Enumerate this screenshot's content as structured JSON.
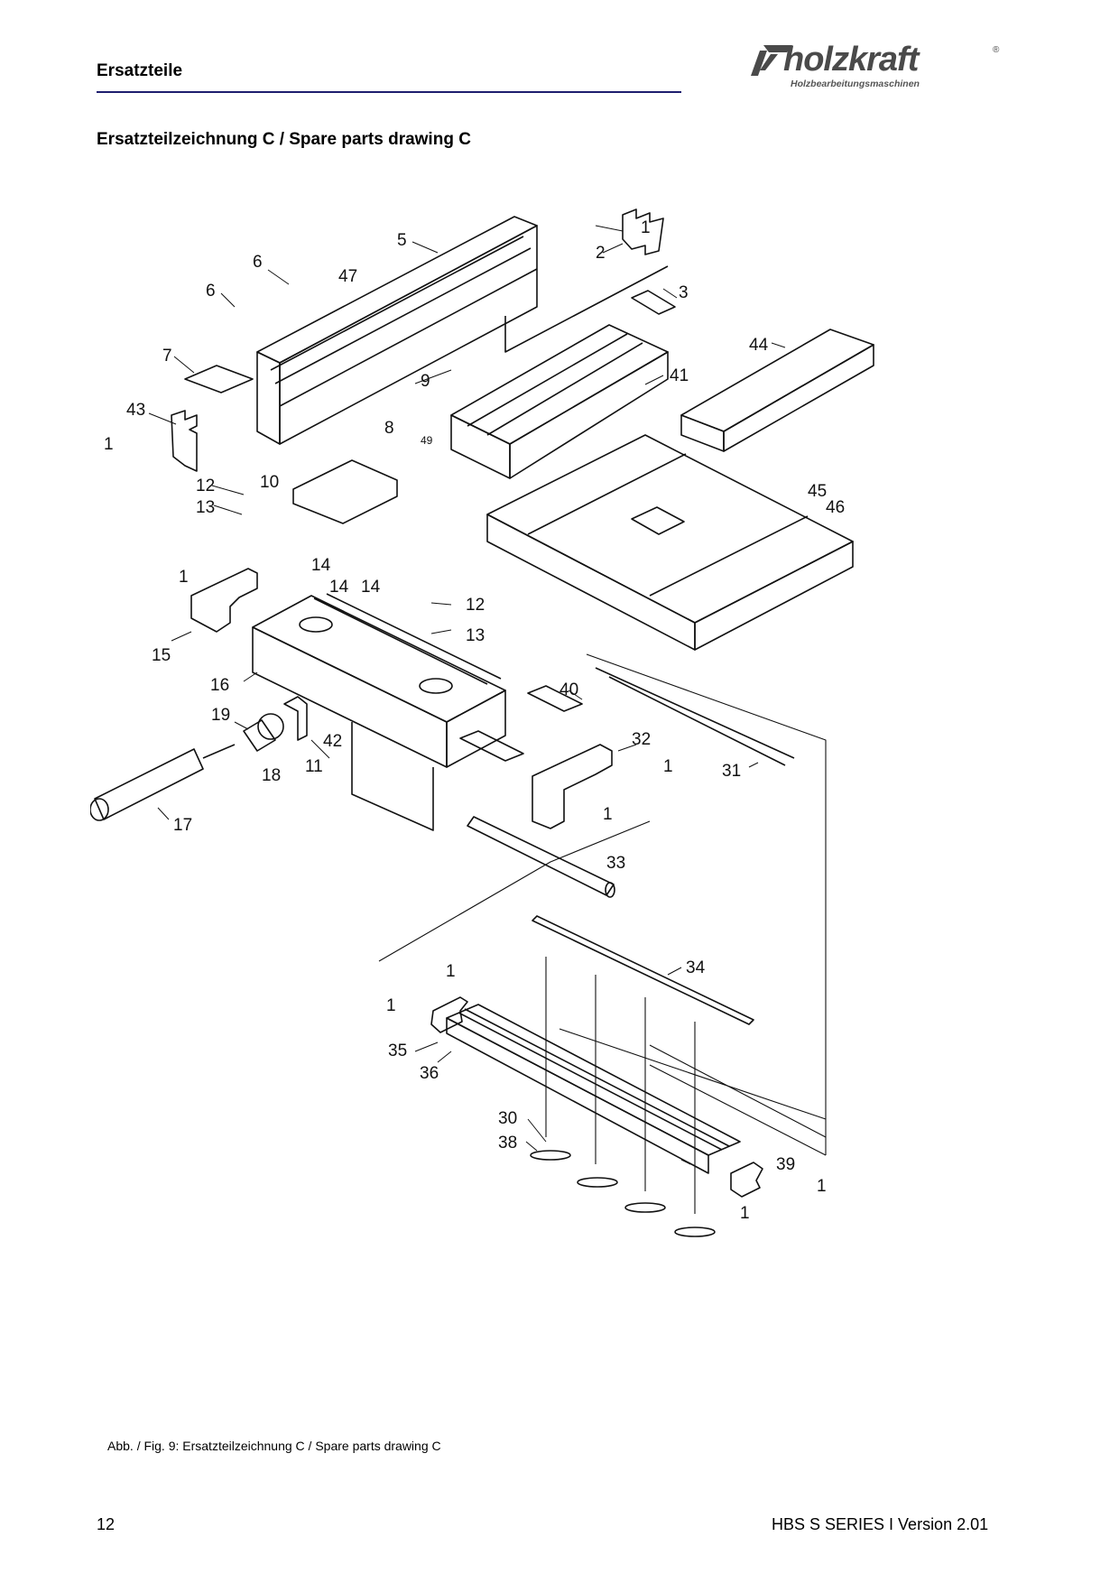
{
  "header": {
    "section": "Ersatzteile",
    "logo_word": "holzkraft",
    "logo_tm": "®",
    "logo_tagline": "Holzbearbeitungsmaschinen"
  },
  "title": "Ersatzteilzeichnung C / Spare parts drawing C",
  "caption": "Abb. / Fig. 9: Ersatzteilzeichnung C / Spare parts drawing C",
  "footer": {
    "page_number": "12",
    "version": "HBS S SERIES I Version 2.01"
  },
  "part_labels": [
    "1",
    "2",
    "3",
    "5",
    "6",
    "6",
    "47",
    "7",
    "43",
    "1",
    "9",
    "41",
    "44",
    "8",
    "49",
    "10",
    "12",
    "13",
    "45",
    "46",
    "1",
    "14",
    "14",
    "14",
    "15",
    "12",
    "13",
    "16",
    "40",
    "19",
    "42",
    "32",
    "1",
    "31",
    "18",
    "11",
    "17",
    "1",
    "33",
    "34",
    "1",
    "1",
    "35",
    "36",
    "30",
    "38",
    "39",
    "1",
    "1"
  ]
}
